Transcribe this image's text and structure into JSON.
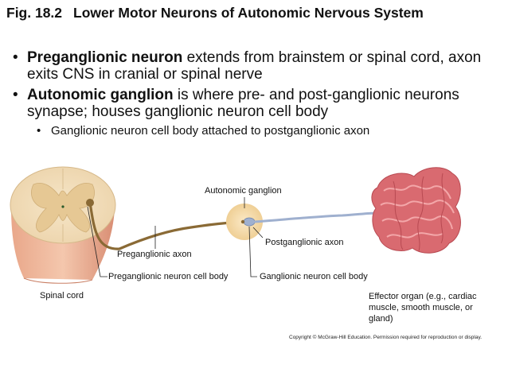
{
  "slide": {
    "fig_number": "Fig. 18.2",
    "title": "Lower Motor Neurons of Autonomic Nervous System"
  },
  "bullets": [
    {
      "bold": "Preganglionic neuron",
      "rest": " extends from brainstem or spinal cord, axon exits CNS in cranial or spinal nerve"
    },
    {
      "bold": "Autonomic ganglion",
      "rest": " is where pre- and post-ganglionic neurons synapse; houses ganglionic neuron cell body"
    }
  ],
  "sub_bullet": "Ganglionic neuron cell body attached to postganglionic axon",
  "labels": {
    "autonomic_ganglion": "Autonomic ganglion",
    "postganglionic_axon": "Postganglionic axon",
    "preganglionic_axon": "Preganglionic axon",
    "preganglionic_cell_body": "Preganglionic neuron cell body",
    "ganglionic_cell_body": "Ganglionic neuron cell body",
    "spinal_cord": "Spinal cord",
    "effector_organ": "Effector organ (e.g., cardiac muscle, smooth muscle, or gland)"
  },
  "copyright": "Copyright © McGraw-Hill Education. Permission required for reproduction or display.",
  "colors": {
    "preganglionic_axon": "#8a6a35",
    "postganglionic_axon": "#9fb0cf",
    "ganglion": "#f3d9a6",
    "spinal_cord": "#f1dfc0",
    "gray_matter": "#e6c894",
    "organ": "#d96a70"
  }
}
